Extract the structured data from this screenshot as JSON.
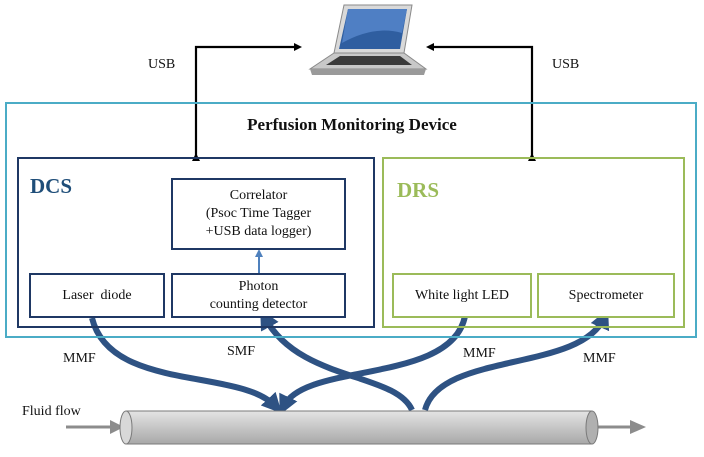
{
  "diagram": {
    "title": "Perfusion Monitoring Device",
    "usb_left": "USB",
    "usb_right": "USB",
    "dcs": {
      "label": "DCS",
      "correlator": [
        "Correlator",
        "(Psoc Time Tagger",
        "+USB data logger)"
      ],
      "laser_diode": "Laser  diode",
      "photon_detector": [
        "Photon",
        "counting detector"
      ]
    },
    "drs": {
      "label": "DRS",
      "white_led": "White light LED",
      "spectrometer": "Spectrometer"
    },
    "fibers": {
      "mmf_1": "MMF",
      "smf": "SMF",
      "mmf_2": "MMF",
      "mmf_3": "MMF"
    },
    "fluid_flow": "Fluid flow",
    "colors": {
      "device_border": "#4bacc6",
      "dcs": "#1f3864",
      "drs": "#9bbb59",
      "fiber_arrow": "#2e5283",
      "tube_fill": "#c8c8c8",
      "flow_arrow": "#8c8c8c"
    }
  }
}
